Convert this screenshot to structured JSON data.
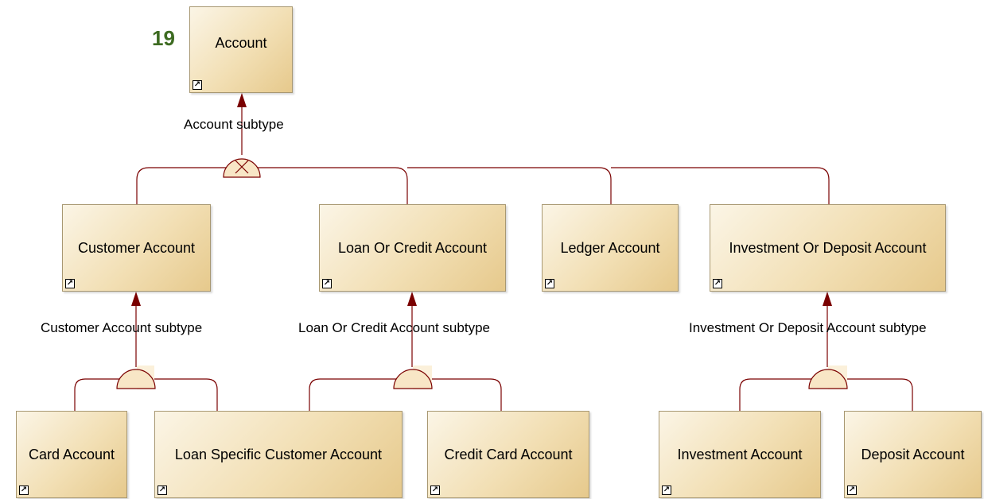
{
  "page_number": "19",
  "entities": {
    "account": "Account",
    "customer_account": "Customer Account",
    "loan_or_credit_account": "Loan Or Credit Account",
    "ledger_account": "Ledger Account",
    "investment_or_deposit_account": "Investment Or Deposit Account",
    "card_account": "Card Account",
    "loan_specific_customer_account": "Loan Specific Customer Account",
    "credit_card_account": "Credit Card Account",
    "investment_account": "Investment Account",
    "deposit_account": "Deposit Account"
  },
  "subtype_labels": {
    "account": "Account subtype",
    "customer_account": "Customer Account subtype",
    "loan_or_credit_account": "Loan Or Credit Account subtype",
    "investment_or_deposit_account": "Investment Or Deposit Account subtype"
  },
  "shortcut_icon": "shortcut-arrow-icon",
  "colors": {
    "relationship_line": "#7a0000",
    "entity_fill": "#f2dfb4",
    "page_number": "#3d6b21"
  }
}
